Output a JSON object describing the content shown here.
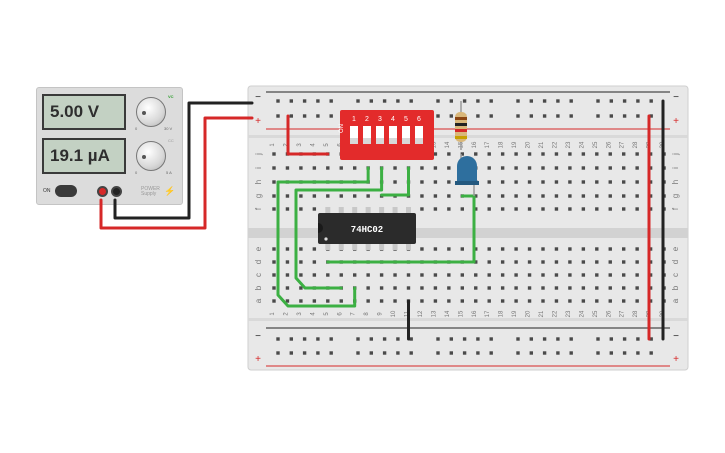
{
  "power_supply": {
    "voltage_display": "5.00 V",
    "current_display": "19.1 µA",
    "on_label": "ON",
    "brand_line1": "POWER",
    "brand_line2": "Supply",
    "voltage_knob_min": "0",
    "voltage_knob_max": "30 V",
    "current_knob_min": "0",
    "current_knob_max": "5 A",
    "voltage_mode_label": "VC",
    "current_mode_label": "CC"
  },
  "breadboard": {
    "column_numbers": [
      "1",
      "2",
      "3",
      "4",
      "5",
      "6",
      "7",
      "8",
      "9",
      "10",
      "11",
      "12",
      "13",
      "14",
      "15",
      "16",
      "17",
      "18",
      "19",
      "20",
      "21",
      "22",
      "23",
      "24",
      "25",
      "26",
      "27",
      "28",
      "29",
      "30"
    ],
    "row_letters_top": [
      "f",
      "g",
      "h",
      "i",
      "j"
    ],
    "row_letters_bottom": [
      "a",
      "b",
      "c",
      "d",
      "e"
    ],
    "rail_plus": "+",
    "rail_minus": "−"
  },
  "dip_switch": {
    "label": "ON",
    "switch_numbers": [
      "1",
      "2",
      "3",
      "4",
      "5",
      "6"
    ]
  },
  "chip": {
    "label": "74HC02"
  },
  "colors": {
    "wire_red": "#d62828",
    "wire_black": "#222222",
    "wire_green": "#3cb043",
    "dip_body": "#e32b2b",
    "led": "#2e6f9e",
    "chip_body": "#2b2b2b"
  },
  "icons": {
    "power_toggle": "toggle-switch-icon",
    "positive_terminal": "red-terminal-icon",
    "negative_terminal": "black-terminal-icon",
    "supply_brand": "lightning-bolt-icon",
    "led": "blue-led-icon",
    "resistor": "resistor-icon"
  }
}
